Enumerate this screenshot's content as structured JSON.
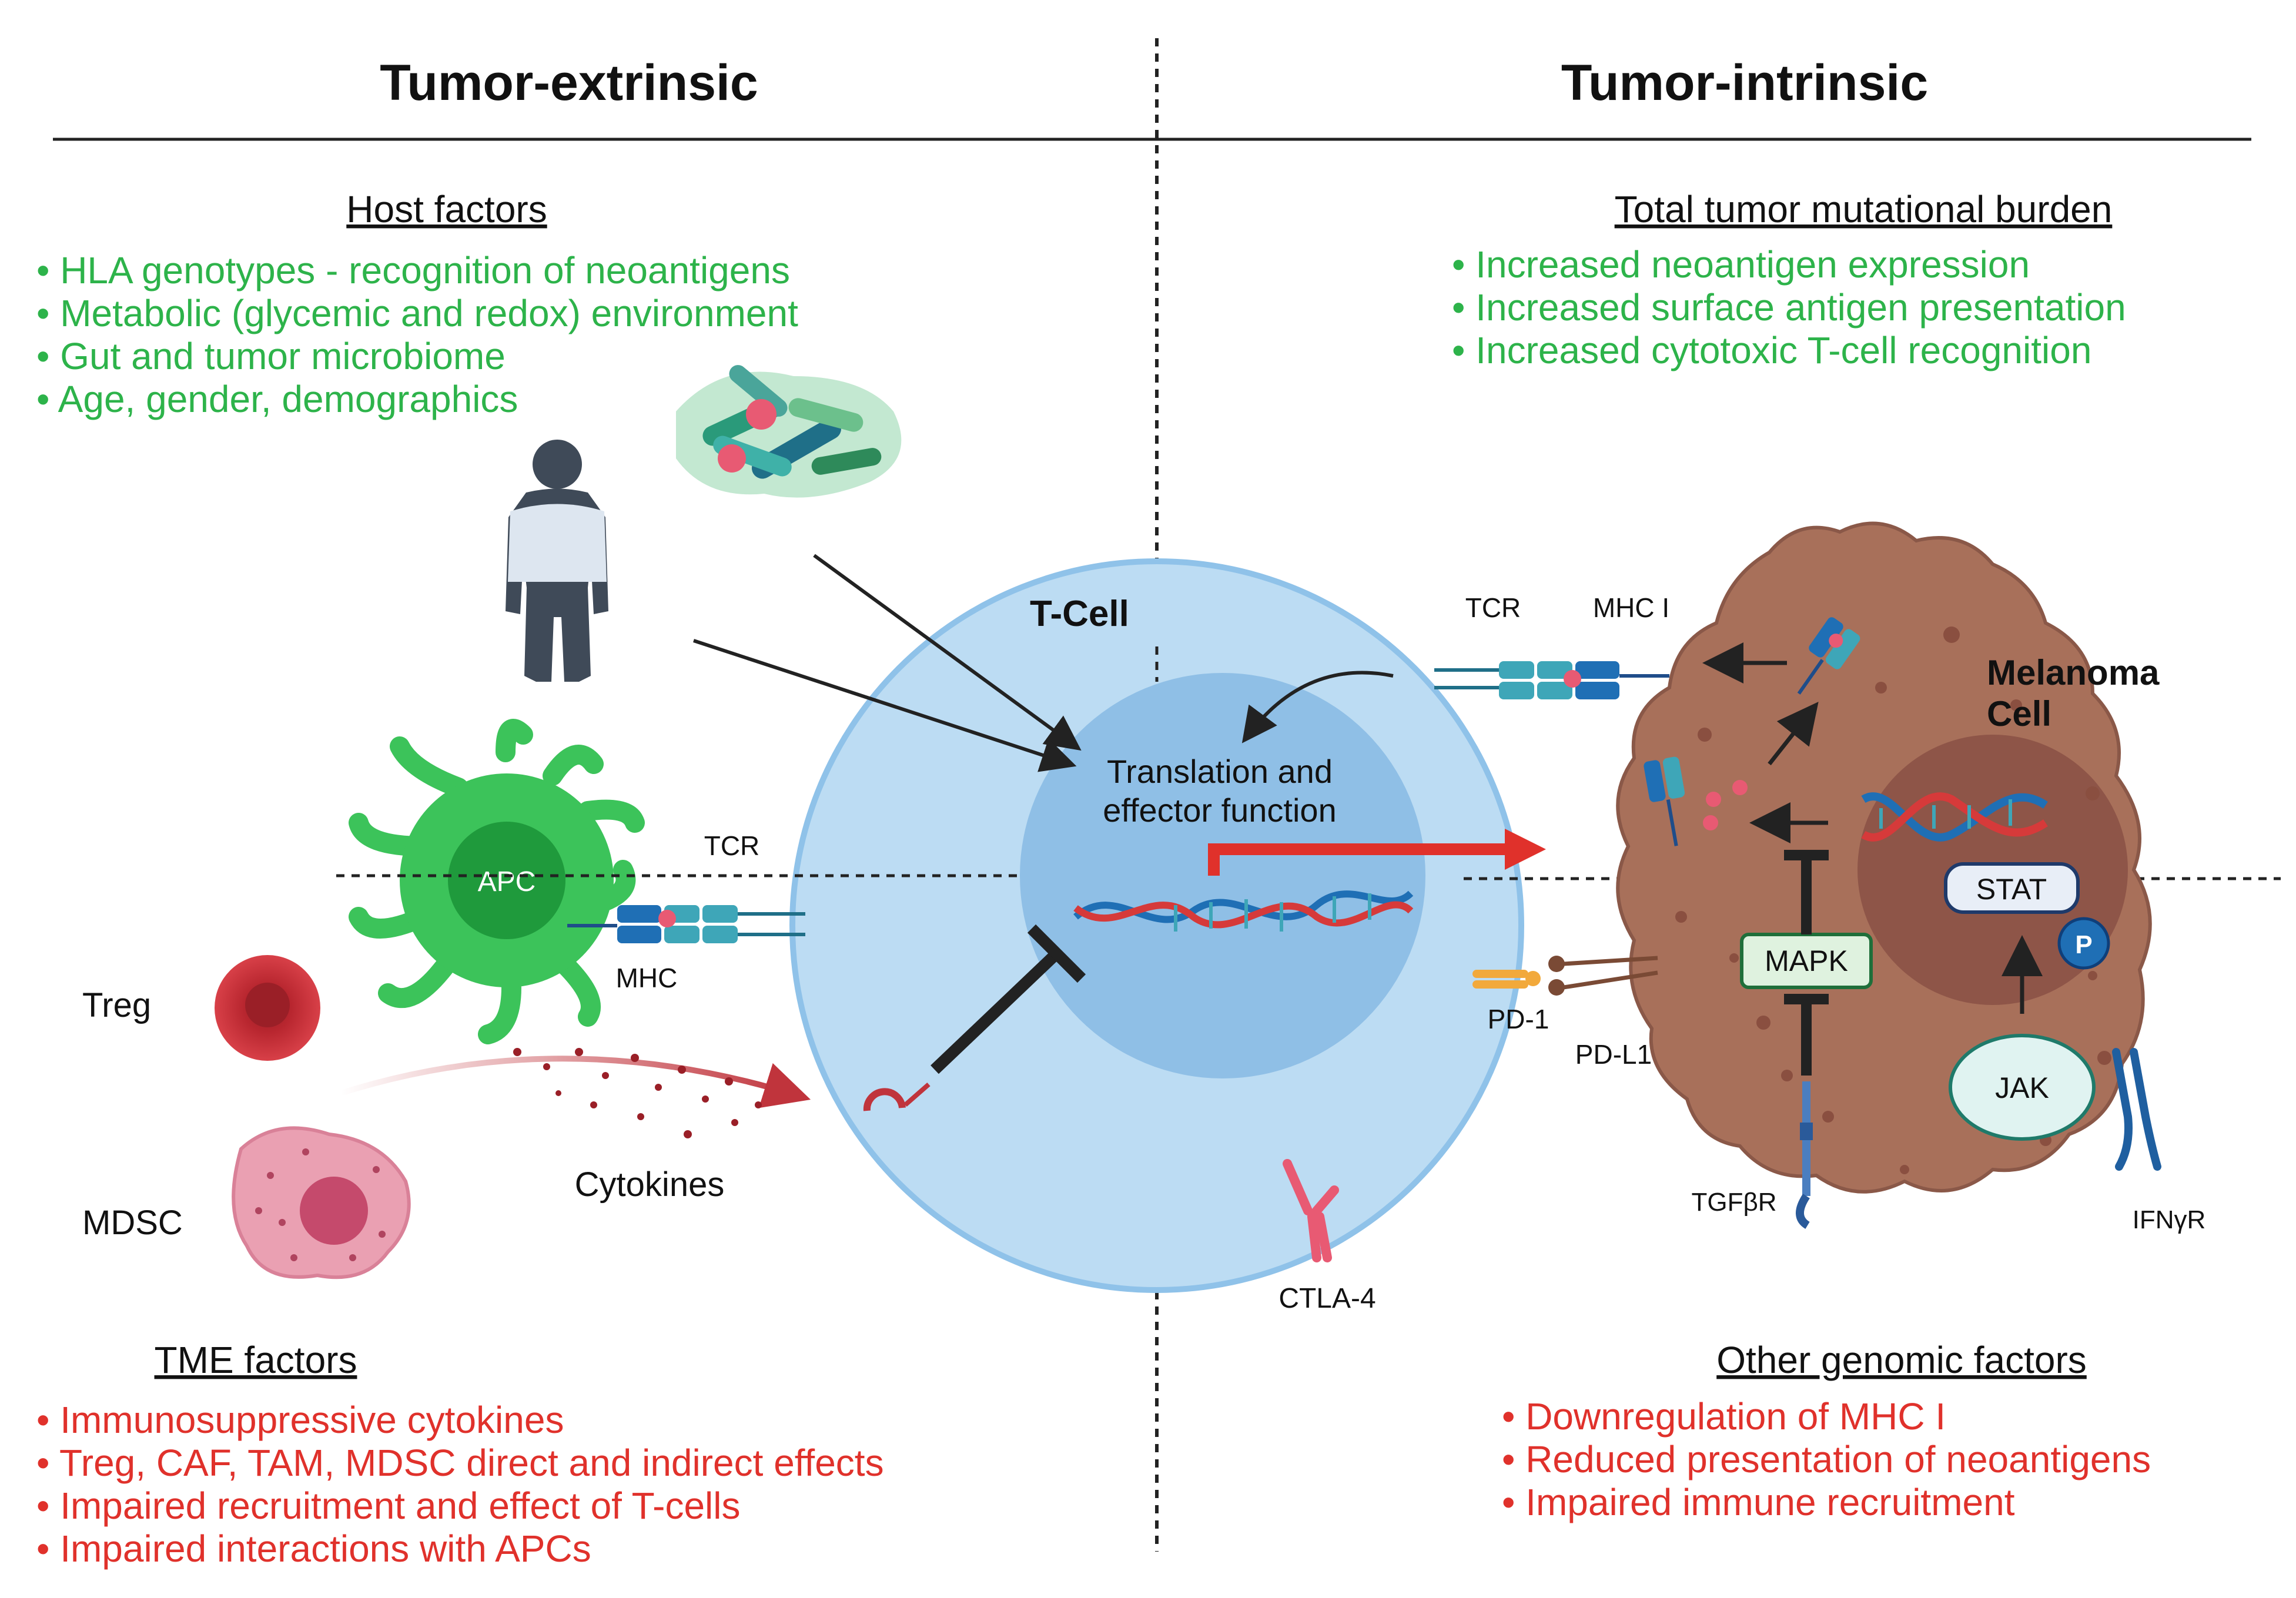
{
  "headers": {
    "left": "Tumor-extrinsic",
    "right": "Tumor-intrinsic"
  },
  "host_factors": {
    "title": "Host factors",
    "items": [
      "• HLA genotypes - recognition of neoantigens",
      "• Metabolic (glycemic and redox) environment",
      "• Gut and tumor microbiome",
      "• Age, gender, demographics"
    ]
  },
  "tmb": {
    "title": "Total tumor mutational burden",
    "items": [
      "• Increased neoantigen expression",
      "• Increased surface antigen presentation",
      "• Increased cytotoxic T-cell recognition"
    ]
  },
  "tme_factors": {
    "title": "TME factors",
    "items": [
      "• Immunosuppressive cytokines",
      "• Treg, CAF, TAM, MDSC direct and indirect effects",
      "• Impaired recruitment and effect of T-cells",
      "• Impaired interactions with APCs"
    ]
  },
  "other_genomic": {
    "title": "Other genomic factors",
    "items": [
      "• Downregulation of MHC I",
      "• Reduced presentation of neoantigens",
      "• Impaired immune recruitment"
    ]
  },
  "labels": {
    "tcell": "T-Cell",
    "translation_line1": "Translation and",
    "translation_line2": "effector function",
    "apc": "APC",
    "tcr_left": "TCR",
    "mhc_left": "MHC",
    "treg": "Treg",
    "mdsc": "MDSC",
    "cytokines": "Cytokines",
    "ctla4": "CTLA-4",
    "tcr_right": "TCR",
    "mhc1": "MHC I",
    "melanoma_line1": "Melanoma",
    "melanoma_line2": "Cell",
    "stat": "STAT",
    "p": "P",
    "mapk": "MAPK",
    "jak": "JAK",
    "pd1": "PD-1",
    "pdl1": "PD-L1",
    "tgfbr": "TGFβR",
    "ifngr": "IFNγR"
  },
  "colors": {
    "green_text": "#2db34a",
    "red_text": "#e0312b",
    "tcell_outer": "#b9dcf3",
    "tcell_inner": "#8fbfe6",
    "melanoma": "#a8705a",
    "nucleus": "#8e5548",
    "apc": "#3cc35a",
    "treg": "#c9303a",
    "mdsc": "#e493a6"
  }
}
